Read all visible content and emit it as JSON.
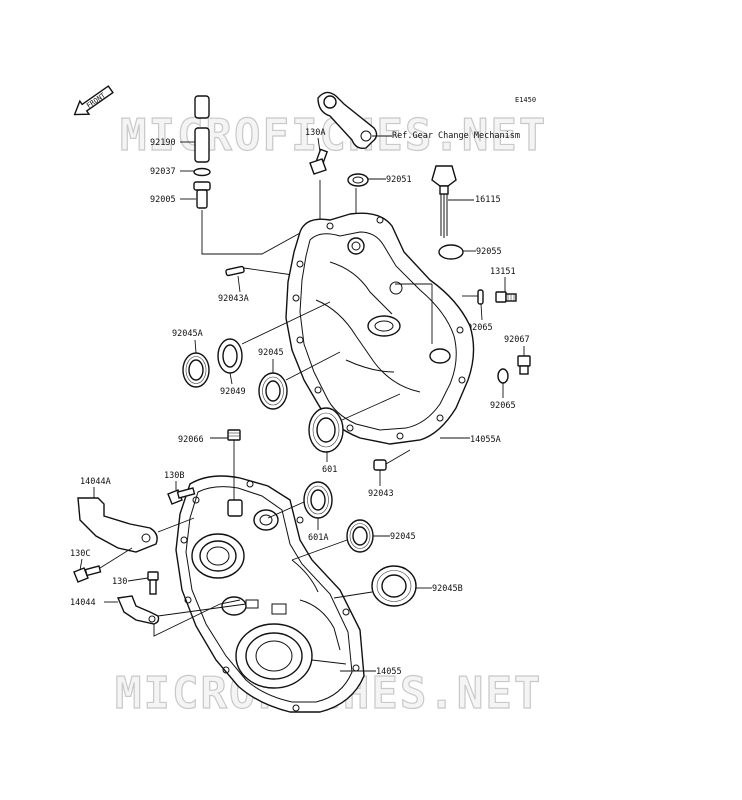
{
  "diagram": {
    "code": "E1450",
    "direction": "FRONT",
    "reference_note": "Ref.Gear Change Mechanism",
    "watermark": "MICROFICHES.NET",
    "labels": {
      "p92190": "92190",
      "p92037": "92037",
      "p92005": "92005",
      "p130A": "130A",
      "p92051": "92051",
      "p16115": "16115",
      "p92055": "92055",
      "p13151": "13151",
      "p92043A": "92043A",
      "p92065a": "92065",
      "p92067": "92067",
      "p92045A": "92045A",
      "p92045a": "92045",
      "p92049": "92049",
      "p92065b": "92065",
      "p14055A": "14055A",
      "p92066": "92066",
      "p601": "601",
      "p130B": "130B",
      "p14044A": "14044A",
      "p92043b": "92043",
      "p601A": "601A",
      "p92045b": "92045",
      "p130C": "130C",
      "p130": "130",
      "p92045B": "92045B",
      "p14044": "14044",
      "p14055": "14055"
    }
  }
}
